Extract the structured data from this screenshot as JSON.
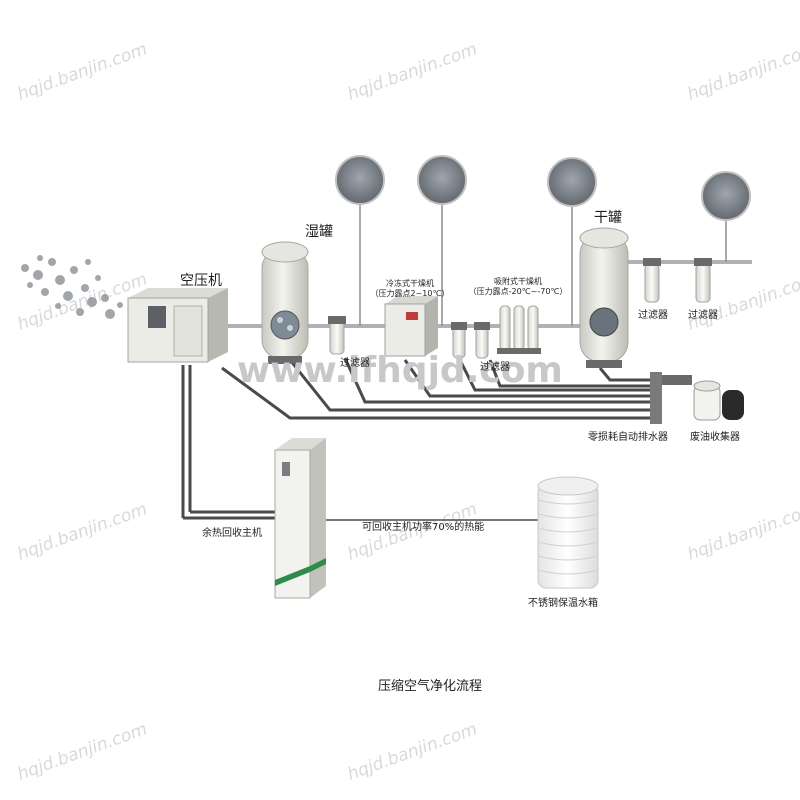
{
  "watermark": {
    "site": "hqjd.banjin.com",
    "center": "www.lfhqjd.com"
  },
  "labels": {
    "compressor": "空压机",
    "wet_tank": "湿罐",
    "dry_tank": "干罐",
    "filter_1": "过滤器",
    "filter_2": "过滤器",
    "filter_3": "过滤器",
    "filter_4": "过滤器",
    "fridge_dryer": "冷冻式干燥机",
    "fridge_dryer_note": "（压力露点2~10℃）",
    "adsorb_dryer": "吸附式干燥机",
    "adsorb_dryer_note": "（压力露点-20℃~-70℃）",
    "drain": "零损耗自动排水器",
    "oil_collector": "废油收集器",
    "heat_recovery": "余热回收主机",
    "heat_note": "可回收主机功率70%的热能",
    "tank_water": "不锈钢保温水箱"
  },
  "caption": "压缩空气净化流程",
  "colors": {
    "pipe": "#555555",
    "green_stripe": "#2e8b4a",
    "tank_body": "#e8e8e2"
  }
}
